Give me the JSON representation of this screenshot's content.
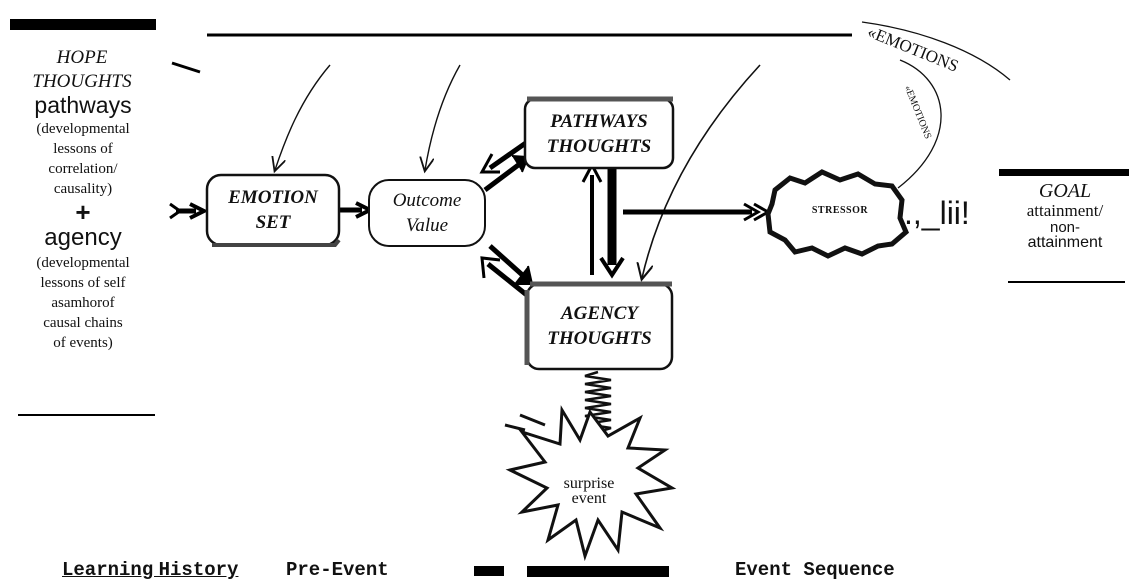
{
  "hope": {
    "title_line1": "HOPE",
    "title_line2": "THOUGHTS",
    "pathways": "pathways",
    "pathways_note": [
      "(developmental",
      "lessons of",
      "correlation/",
      "causality)"
    ],
    "plus": "+",
    "agency": "agency",
    "agency_note": [
      "(developmental",
      "lessons of self",
      "asamhorof",
      "causal chains",
      "of events)"
    ]
  },
  "boxes": {
    "emotion_set": [
      "EMOTION",
      "SET"
    ],
    "outcome_value": [
      "Outcome",
      "Value"
    ],
    "pathways": [
      "PATHWAYS",
      "THOUGHTS"
    ],
    "agency": [
      "AGENCY",
      "THOUGHTS"
    ]
  },
  "stressor": "STRESSOR",
  "stressor_trail": ".,_lii!",
  "surprise": [
    "surprise",
    "event"
  ],
  "emotions_large": "«EMOTIONS",
  "emotions_small": "«EMOTIONS",
  "goal": {
    "title": "GOAL",
    "line1": "attainment/",
    "line2": "non-",
    "line3": "attainment"
  },
  "timeline": {
    "learning_history": "Learning History",
    "pre_event": "Pre-Event",
    "event_sequence": "Event Sequence"
  }
}
